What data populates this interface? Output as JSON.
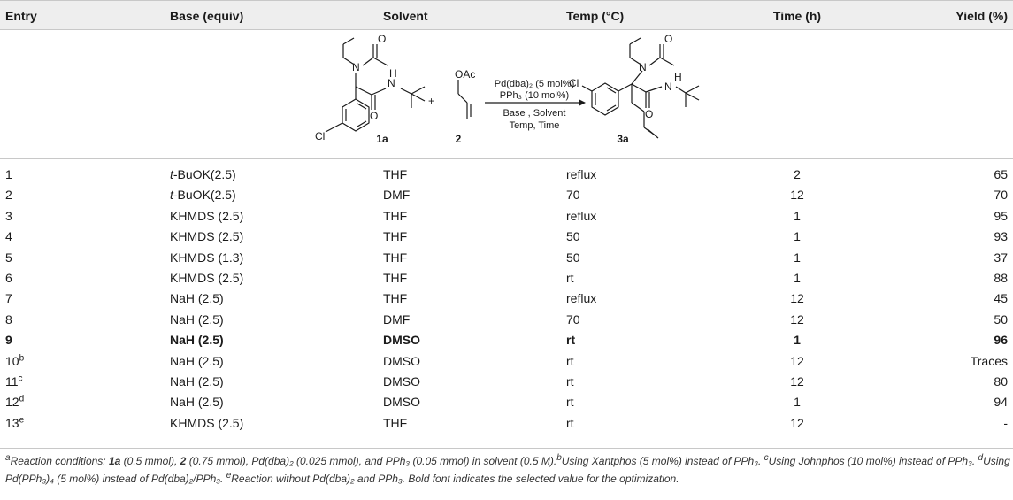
{
  "headers": [
    "Entry",
    "Base (equiv)",
    "Solvent",
    "Temp (°C)",
    "Time (h)",
    "Yield (%)"
  ],
  "scheme": {
    "compound_1": "1a",
    "compound_2": "2",
    "product": "3a",
    "oac": "OAc",
    "cl": "Cl",
    "n": "N",
    "o": "O",
    "h": "H",
    "plus": "+",
    "cond_above_1": "Pd(dba)₂ (5 mol%)",
    "cond_above_2": "PPh₃ (10 mol%)",
    "cond_below_1": "Base , Solvent",
    "cond_below_2": "Temp, Time"
  },
  "rows": [
    {
      "entry": "1",
      "sup": "",
      "base_prefix": "t",
      "base": "-BuOK(2.5)",
      "solvent": "THF",
      "temp": "reflux",
      "time": "2",
      "yield": "65",
      "bold": false
    },
    {
      "entry": "2",
      "sup": "",
      "base_prefix": "t",
      "base": "-BuOK(2.5)",
      "solvent": "DMF",
      "temp": "70",
      "time": "12",
      "yield": "70",
      "bold": false
    },
    {
      "entry": "3",
      "sup": "",
      "base_prefix": "",
      "base": "KHMDS (2.5)",
      "solvent": "THF",
      "temp": "reflux",
      "time": "1",
      "yield": "95",
      "bold": false
    },
    {
      "entry": "4",
      "sup": "",
      "base_prefix": "",
      "base": "KHMDS (2.5)",
      "solvent": "THF",
      "temp": "50",
      "time": "1",
      "yield": "93",
      "bold": false
    },
    {
      "entry": "5",
      "sup": "",
      "base_prefix": "",
      "base": "KHMDS (1.3)",
      "solvent": "THF",
      "temp": "50",
      "time": "1",
      "yield": "37",
      "bold": false
    },
    {
      "entry": "6",
      "sup": "",
      "base_prefix": "",
      "base": "KHMDS (2.5)",
      "solvent": "THF",
      "temp": "rt",
      "time": "1",
      "yield": "88",
      "bold": false
    },
    {
      "entry": "7",
      "sup": "",
      "base_prefix": "",
      "base": "NaH (2.5)",
      "solvent": "THF",
      "temp": "reflux",
      "time": "12",
      "yield": "45",
      "bold": false
    },
    {
      "entry": "8",
      "sup": "",
      "base_prefix": "",
      "base": "NaH (2.5)",
      "solvent": "DMF",
      "temp": "70",
      "time": "12",
      "yield": "50",
      "bold": false
    },
    {
      "entry": "9",
      "sup": "",
      "base_prefix": "",
      "base": "NaH (2.5)",
      "solvent": "DMSO",
      "temp": "rt",
      "time": "1",
      "yield": "96",
      "bold": true
    },
    {
      "entry": "10",
      "sup": "b",
      "base_prefix": "",
      "base": "NaH (2.5)",
      "solvent": "DMSO",
      "temp": "rt",
      "time": "12",
      "yield": "Traces",
      "bold": false
    },
    {
      "entry": "11",
      "sup": "c",
      "base_prefix": "",
      "base": "NaH (2.5)",
      "solvent": "DMSO",
      "temp": "rt",
      "time": "12",
      "yield": "80",
      "bold": false
    },
    {
      "entry": "12",
      "sup": "d",
      "base_prefix": "",
      "base": "NaH (2.5)",
      "solvent": "DMSO",
      "temp": "rt",
      "time": "1",
      "yield": "94",
      "bold": false
    },
    {
      "entry": "13",
      "sup": "e",
      "base_prefix": "",
      "base": "KHMDS (2.5)",
      "solvent": "THF",
      "temp": "rt",
      "time": "12",
      "yield": "-",
      "bold": false
    }
  ],
  "footnote": {
    "a_mark": "a",
    "a_text_1": "Reaction conditions: ",
    "a_1a": "1a",
    "a_text_2": " (0.5 mmol), ",
    "a_2": "2",
    "a_text_3": " (0.75 mmol), Pd(dba)₂ (0.025 mmol), and PPh₃ (0.05 mmol) in solvent (0.5 M).",
    "b_mark": "b",
    "b_text": "Using Xantphos (5 mol%) instead of PPh₃. ",
    "c_mark": "c",
    "c_text": "Using Johnphos (10 mol%) instead of PPh₃. ",
    "d_mark": "d",
    "d_text": "Using Pd(PPh₃)₄ (5 mol%) instead of Pd(dba)₂/PPh₃. ",
    "e_mark": "e",
    "e_text": "Reaction without Pd(dba)₂ and PPh₃. Bold font indicates the selected value for the optimization."
  }
}
